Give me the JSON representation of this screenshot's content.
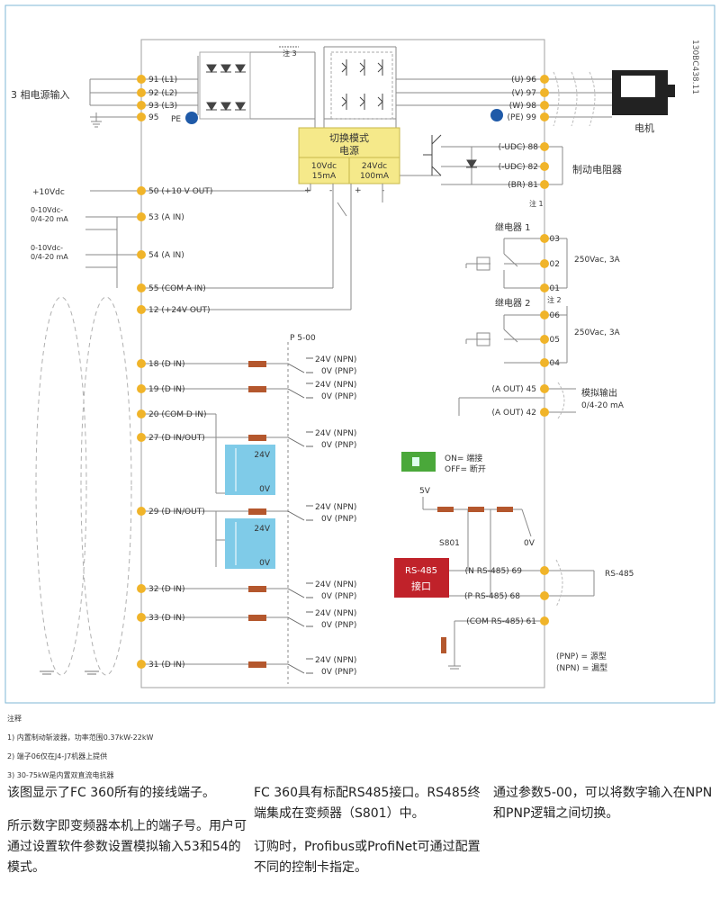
{
  "colors": {
    "terminal": "#f0b42a",
    "frame_line": "#9a9a9a",
    "psu_box": "#f5e98a",
    "blue_box": "#7fcbe8",
    "resistor": "#b4572d",
    "rs485_box": "#c0222a",
    "switch_green": "#4aa83a",
    "pe_dot": "#1f5aa8"
  },
  "diagram": {
    "doc_code": "130BC438.11",
    "mains_label": "3 相电源输入",
    "pe_label": "PE",
    "motor_label": "电机",
    "note3_tag": "注 3",
    "psu_title": "切换模式\n电源",
    "psu_out1": "10Vdc\n15mA",
    "psu_out2": "24Vdc\n100mA",
    "left_labels": {
      "v10": "+10Vdc",
      "ain1": "0-10Vdc-\n0/4-20 mA",
      "ain2": "0-10Vdc-\n0/4-20 mA"
    },
    "left_terminals": [
      {
        "label": "91 (L1)"
      },
      {
        "label": "92 (L2)"
      },
      {
        "label": "93 (L3)"
      },
      {
        "label": "95"
      },
      {
        "label": "50 (+10 V OUT)"
      },
      {
        "label": "53 (A IN)"
      },
      {
        "label": "54 (A IN)"
      },
      {
        "label": "55 (COM A IN)"
      },
      {
        "label": "12 (+24V OUT)"
      },
      {
        "label": "18 (D IN)"
      },
      {
        "label": "19 (D IN)"
      },
      {
        "label": "20    (COM D IN)"
      },
      {
        "label": "27      (D IN/OUT)"
      },
      {
        "label": "29      (D IN/OUT)"
      },
      {
        "label": "32 (D IN)"
      },
      {
        "label": "33 (D IN)"
      },
      {
        "label": "31 (D IN)"
      }
    ],
    "right_terminals": [
      {
        "label": "(U) 96"
      },
      {
        "label": "(V) 97"
      },
      {
        "label": "(W) 98"
      },
      {
        "label": "(PE) 99"
      },
      {
        "label": "(-UDC) 88"
      },
      {
        "label": "(-UDC) 82"
      },
      {
        "label": "(BR) 81"
      },
      {
        "label": "03"
      },
      {
        "label": "02"
      },
      {
        "label": "01"
      },
      {
        "label": "06"
      },
      {
        "label": "05"
      },
      {
        "label": "04"
      },
      {
        "label": "(A OUT) 45"
      },
      {
        "label": "(A OUT) 42"
      },
      {
        "label": "(N RS-485) 69"
      },
      {
        "label": "(P RS-485) 68"
      },
      {
        "label": "(COM RS-485) 61"
      }
    ],
    "brake_label": "制动电阻器",
    "note1_tag": "注 1",
    "relay1": "继电器 1",
    "relay2": "继电器 2",
    "note2_tag": "注 2",
    "relay_rating": "250Vac, 3A",
    "analog_out": "模拟输出\n0/4-20 mA",
    "p500": "P 5-00",
    "npn": "24V (NPN)",
    "pnp": "0V (PNP)",
    "blue_24v": "24V",
    "blue_0v": "0V",
    "switch_on": "ON= 端接",
    "switch_off": "OFF= 断开",
    "v5": "5V",
    "s801": "S801",
    "v0": "0V",
    "rs485_box": "RS-485\n接口",
    "rs485_right": "RS-485",
    "legend_pnp": "(PNP) = 源型",
    "legend_npn": "(NPN) = 漏型"
  },
  "notes": {
    "heading": "注释",
    "items": [
      "1) 内置制动斩波器，功率范围0.37kW-22kW",
      "2) 端子06仅在J4-J7机器上提供",
      "3) 30-75kW是内置双直流电抗器"
    ]
  },
  "body_text": {
    "col1_p1": "该图显示了FC 360所有的接线端子。",
    "col1_p2": "所示数字即变频器本机上的端子号。用户可通过设置软件参数设置模拟输入53和54的模式。",
    "col2_p1": "FC 360具有标配RS485接口。RS485终端集成在变频器（S801）中。",
    "col2_p2": "订购时，Profibus或ProfiNet可通过配置不同的控制卡指定。",
    "col3_p1": "通过参数5-00，可以将数字输入在NPN和PNP逻辑之间切换。"
  }
}
